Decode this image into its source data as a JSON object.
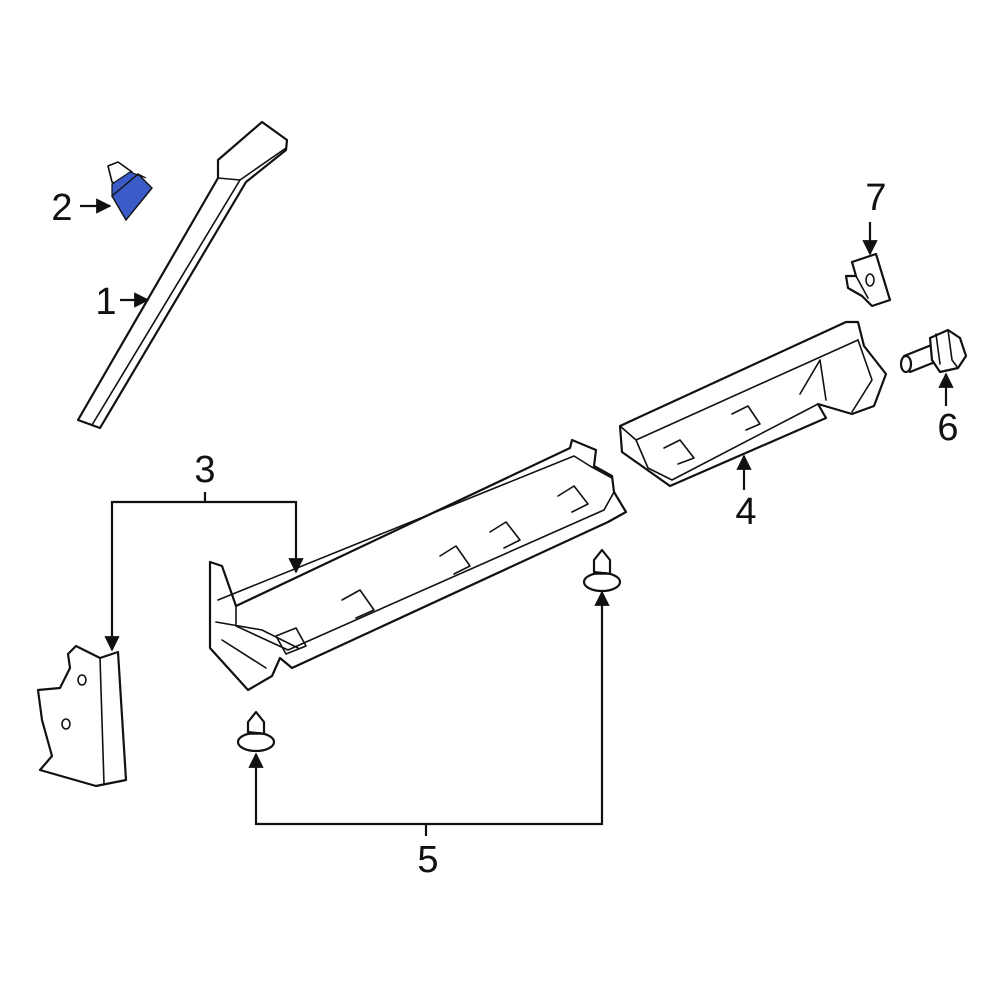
{
  "colors": {
    "highlight": "#3b5bc9",
    "line": "#111111",
    "background": "#ffffff"
  },
  "callouts": {
    "c1": "1",
    "c2": "2",
    "c3": "3",
    "c4": "4",
    "c5": "5",
    "c6": "6",
    "c7": "7"
  }
}
